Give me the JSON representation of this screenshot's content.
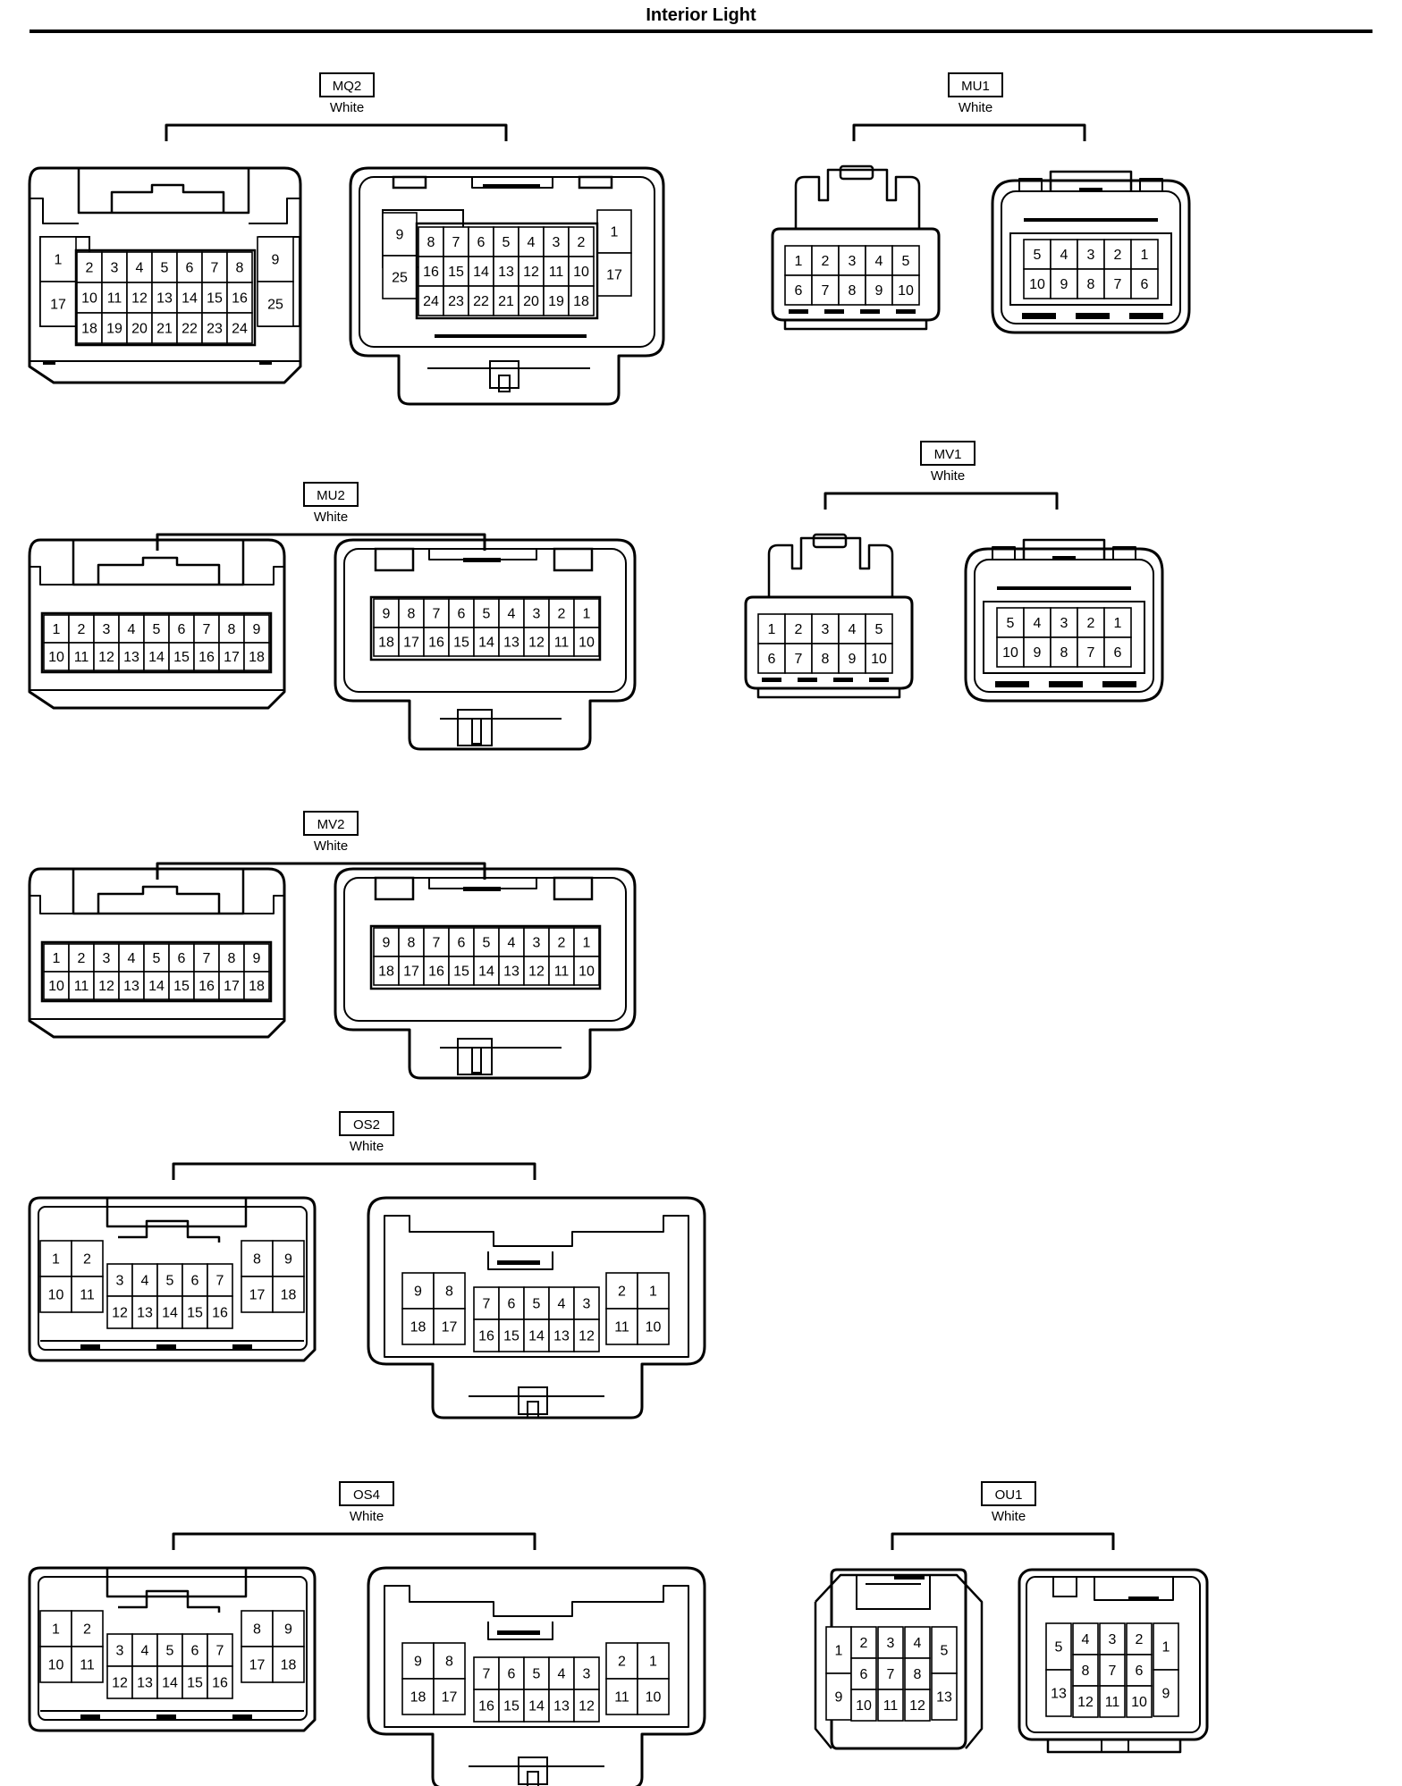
{
  "page": {
    "title": "Interior Light"
  },
  "connectors": [
    {
      "id": "MQ2",
      "color": "White",
      "views": [
        {
          "rows": [
            {
              "pins": [
                "2",
                "3",
                "4",
                "5",
                "6",
                "7",
                "8"
              ]
            },
            {
              "pins": [
                "10",
                "11",
                "12",
                "13",
                "14",
                "15",
                "16"
              ]
            },
            {
              "pins": [
                "18",
                "19",
                "20",
                "21",
                "22",
                "23",
                "24"
              ]
            }
          ],
          "sides": [
            {
              "pins": [
                "1",
                "17"
              ]
            },
            {
              "pins": [
                "9",
                "25"
              ]
            }
          ]
        },
        {
          "rows": [
            {
              "pins": [
                "8",
                "7",
                "6",
                "5",
                "4",
                "3",
                "2"
              ]
            },
            {
              "pins": [
                "16",
                "15",
                "14",
                "13",
                "12",
                "11",
                "10"
              ]
            },
            {
              "pins": [
                "24",
                "23",
                "22",
                "21",
                "20",
                "19",
                "18"
              ]
            }
          ],
          "sides": [
            {
              "pins": [
                "9",
                "25"
              ]
            },
            {
              "pins": [
                "1",
                "17"
              ]
            }
          ]
        }
      ]
    },
    {
      "id": "MU1",
      "color": "White",
      "views": [
        {
          "rows": [
            {
              "pins": [
                "1",
                "2",
                "3",
                "4",
                "5"
              ]
            },
            {
              "pins": [
                "6",
                "7",
                "8",
                "9",
                "10"
              ]
            }
          ],
          "sides": []
        },
        {
          "rows": [
            {
              "pins": [
                "5",
                "4",
                "3",
                "2",
                "1"
              ]
            },
            {
              "pins": [
                "10",
                "9",
                "8",
                "7",
                "6"
              ]
            }
          ],
          "sides": []
        }
      ]
    },
    {
      "id": "MU2",
      "color": "White",
      "views": [
        {
          "rows": [
            {
              "pins": [
                "1",
                "2",
                "3",
                "4",
                "5",
                "6",
                "7",
                "8",
                "9"
              ]
            },
            {
              "pins": [
                "10",
                "11",
                "12",
                "13",
                "14",
                "15",
                "16",
                "17",
                "18"
              ]
            }
          ],
          "sides": []
        },
        {
          "rows": [
            {
              "pins": [
                "9",
                "8",
                "7",
                "6",
                "5",
                "4",
                "3",
                "2",
                "1"
              ]
            },
            {
              "pins": [
                "18",
                "17",
                "16",
                "15",
                "14",
                "13",
                "12",
                "11",
                "10"
              ]
            }
          ],
          "sides": []
        }
      ]
    },
    {
      "id": "MV1",
      "color": "White",
      "views": [
        {
          "rows": [
            {
              "pins": [
                "1",
                "2",
                "3",
                "4",
                "5"
              ]
            },
            {
              "pins": [
                "6",
                "7",
                "8",
                "9",
                "10"
              ]
            }
          ],
          "sides": []
        },
        {
          "rows": [
            {
              "pins": [
                "5",
                "4",
                "3",
                "2",
                "1"
              ]
            },
            {
              "pins": [
                "10",
                "9",
                "8",
                "7",
                "6"
              ]
            }
          ],
          "sides": []
        }
      ]
    },
    {
      "id": "MV2",
      "color": "White",
      "views": [
        {
          "rows": [
            {
              "pins": [
                "1",
                "2",
                "3",
                "4",
                "5",
                "6",
                "7",
                "8",
                "9"
              ]
            },
            {
              "pins": [
                "10",
                "11",
                "12",
                "13",
                "14",
                "15",
                "16",
                "17",
                "18"
              ]
            }
          ],
          "sides": []
        },
        {
          "rows": [
            {
              "pins": [
                "9",
                "8",
                "7",
                "6",
                "5",
                "4",
                "3",
                "2",
                "1"
              ]
            },
            {
              "pins": [
                "18",
                "17",
                "16",
                "15",
                "14",
                "13",
                "12",
                "11",
                "10"
              ]
            }
          ],
          "sides": []
        }
      ]
    },
    {
      "id": "OS2",
      "color": "White",
      "views": [
        {
          "groups": [
            {
              "rows": [
                [
                  "1",
                  "2"
                ],
                [
                  "10",
                  "11"
                ]
              ]
            },
            {
              "rows": [
                [
                  "3",
                  "4",
                  "5",
                  "6",
                  "7"
                ],
                [
                  "12",
                  "13",
                  "14",
                  "15",
                  "16"
                ]
              ]
            },
            {
              "rows": [
                [
                  "8",
                  "9"
                ],
                [
                  "17",
                  "18"
                ]
              ]
            }
          ]
        },
        {
          "groups": [
            {
              "rows": [
                [
                  "9",
                  "8"
                ],
                [
                  "18",
                  "17"
                ]
              ]
            },
            {
              "rows": [
                [
                  "7",
                  "6",
                  "5",
                  "4",
                  "3"
                ],
                [
                  "16",
                  "15",
                  "14",
                  "13",
                  "12"
                ]
              ]
            },
            {
              "rows": [
                [
                  "2",
                  "1"
                ],
                [
                  "11",
                  "10"
                ]
              ]
            }
          ]
        }
      ]
    },
    {
      "id": "OS4",
      "color": "White",
      "views": [
        {
          "groups": [
            {
              "rows": [
                [
                  "1",
                  "2"
                ],
                [
                  "10",
                  "11"
                ]
              ]
            },
            {
              "rows": [
                [
                  "3",
                  "4",
                  "5",
                  "6",
                  "7"
                ],
                [
                  "12",
                  "13",
                  "14",
                  "15",
                  "16"
                ]
              ]
            },
            {
              "rows": [
                [
                  "8",
                  "9"
                ],
                [
                  "17",
                  "18"
                ]
              ]
            }
          ]
        },
        {
          "groups": [
            {
              "rows": [
                [
                  "9",
                  "8"
                ],
                [
                  "18",
                  "17"
                ]
              ]
            },
            {
              "rows": [
                [
                  "7",
                  "6",
                  "5",
                  "4",
                  "3"
                ],
                [
                  "16",
                  "15",
                  "14",
                  "13",
                  "12"
                ]
              ]
            },
            {
              "rows": [
                [
                  "2",
                  "1"
                ],
                [
                  "11",
                  "10"
                ]
              ]
            }
          ]
        }
      ]
    },
    {
      "id": "OU1",
      "color": "White",
      "views": [
        {
          "cols": [
            [
              "1",
              "9"
            ],
            [
              "2",
              "6",
              "10"
            ],
            [
              "3",
              "7",
              "11"
            ],
            [
              "4",
              "8",
              "12"
            ],
            [
              "5",
              "13"
            ]
          ]
        },
        {
          "cols": [
            [
              "5",
              "13"
            ],
            [
              "4",
              "8",
              "12"
            ],
            [
              "3",
              "7",
              "11"
            ],
            [
              "2",
              "6",
              "10"
            ],
            [
              "1",
              "9"
            ]
          ]
        }
      ]
    }
  ]
}
